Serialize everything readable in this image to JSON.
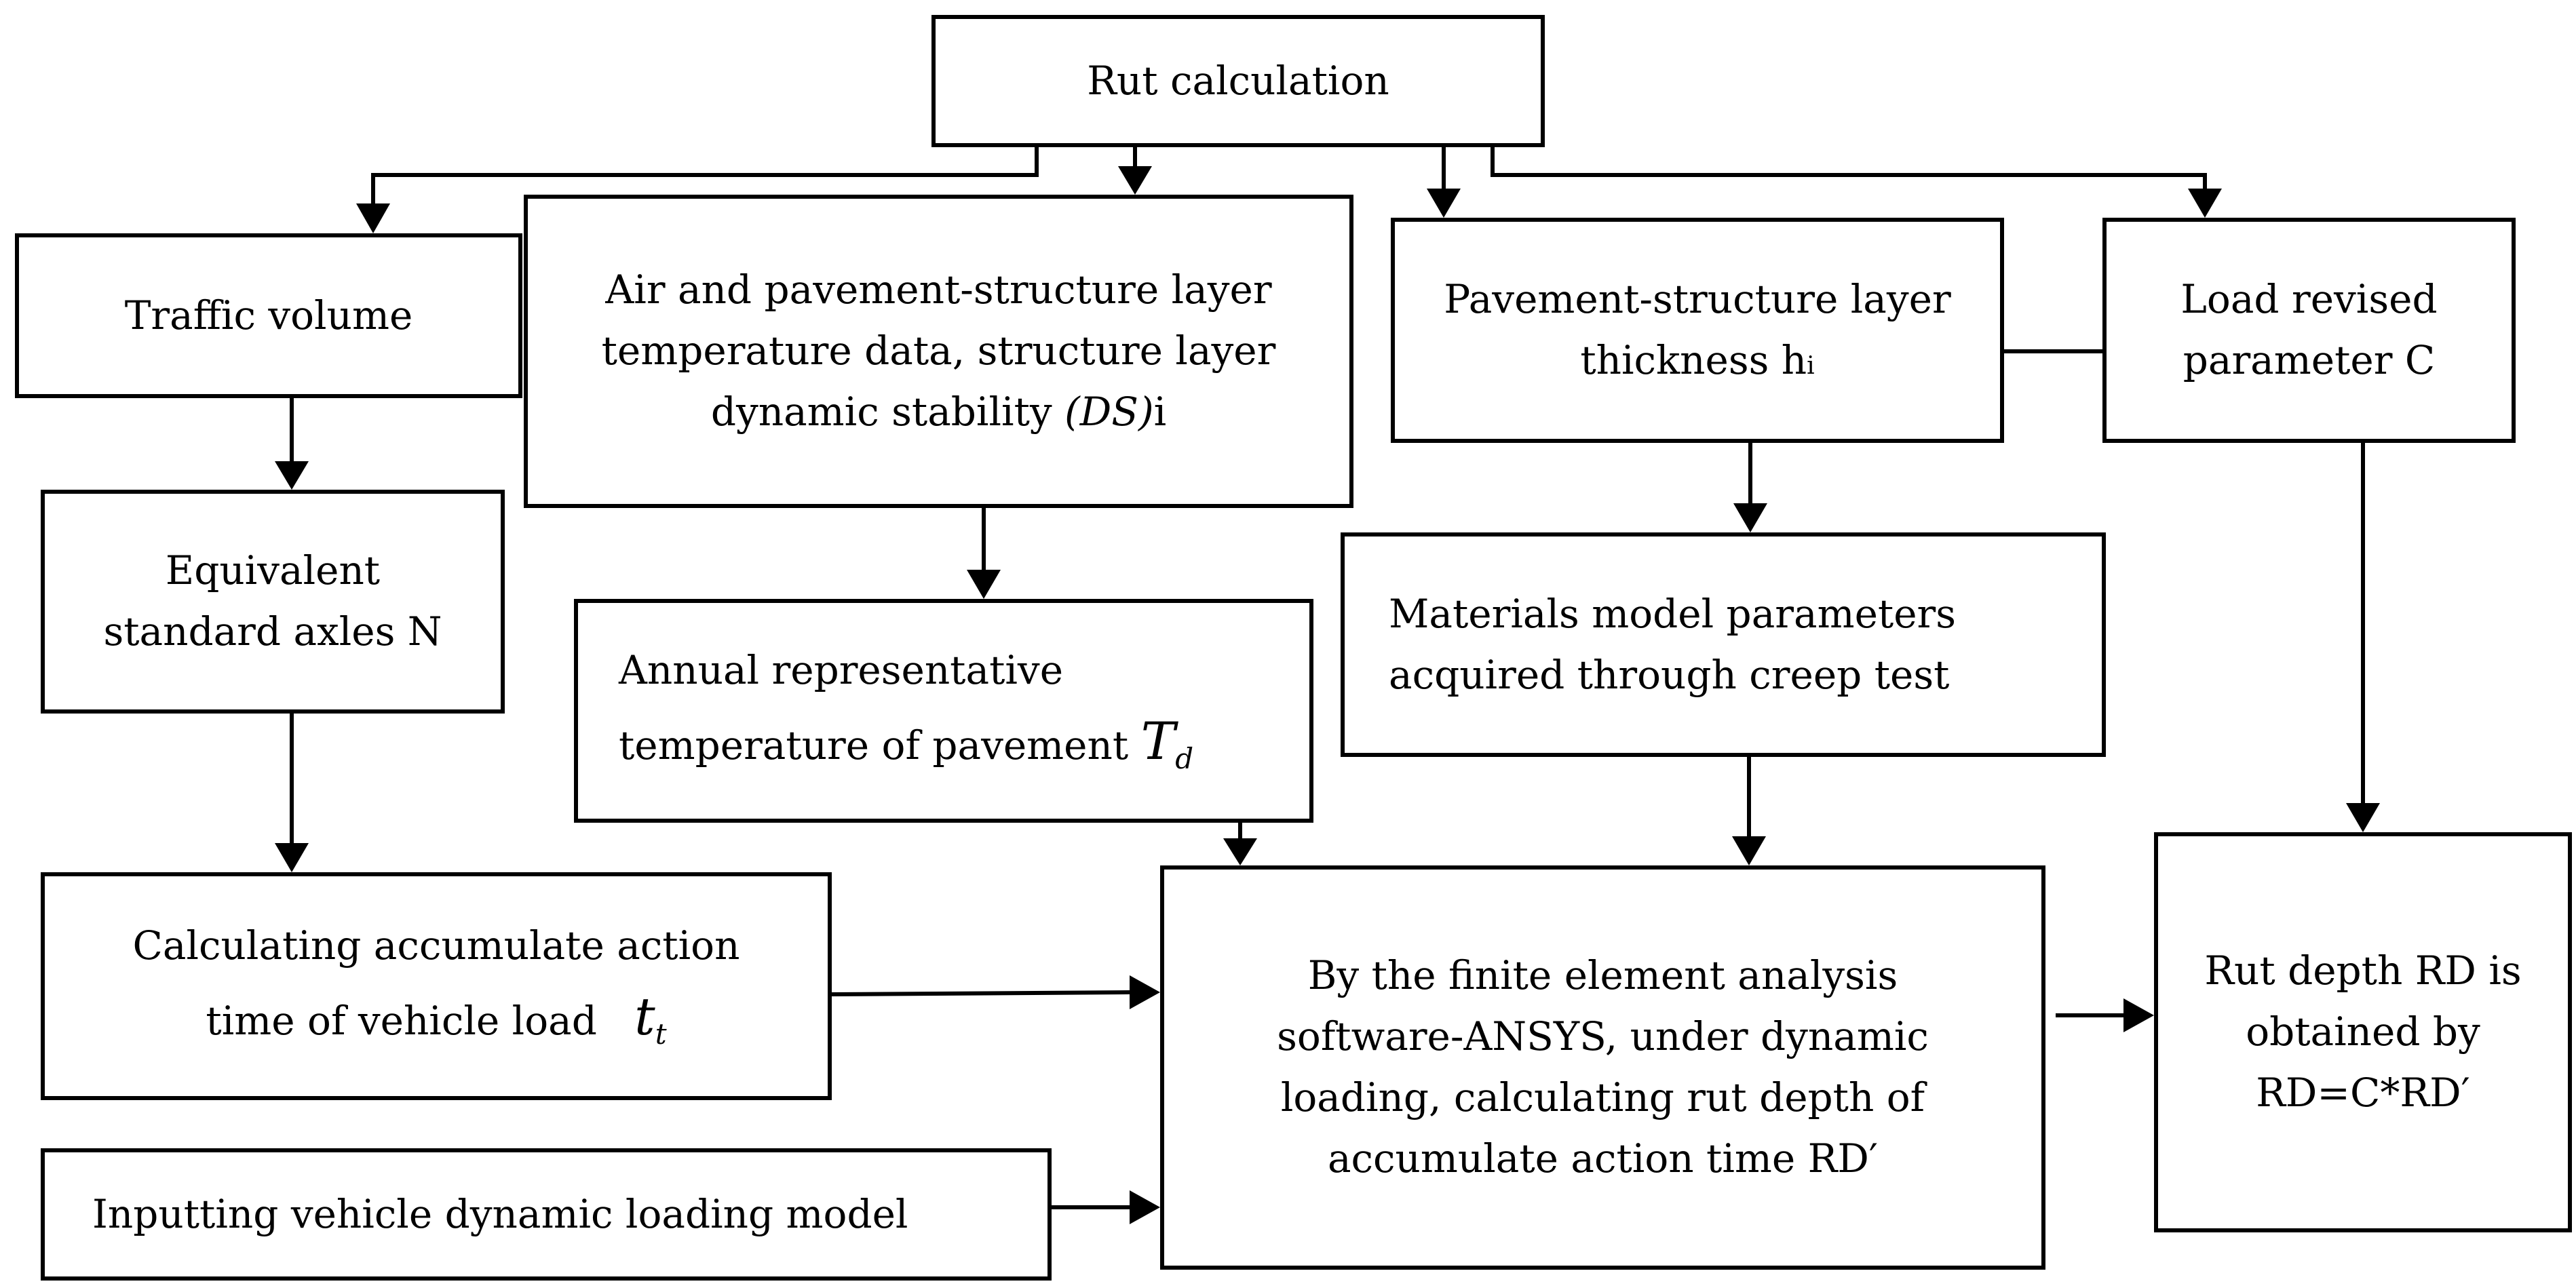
{
  "nodes": {
    "rut_calculation": {
      "lines": [
        "Rut calculation"
      ]
    },
    "traffic_volume": {
      "lines": [
        "Traffic volume"
      ]
    },
    "temperature": {
      "line1": "Air and pavement-structure layer",
      "line2": "temperature data, structure layer",
      "line3_prefix": "dynamic stability ",
      "line3_math": "(DS)",
      "line3_suffix": "i"
    },
    "layer_thickness": {
      "line1": "Pavement-structure layer",
      "line2_prefix": "thickness h",
      "line2_sub": "i"
    },
    "load_param": {
      "lines": [
        "Load revised",
        "parameter C"
      ]
    },
    "equivalent_axles": {
      "lines": [
        "Equivalent",
        "standard axles N"
      ]
    },
    "annual_temperature": {
      "line1": "Annual representative",
      "line2_prefix": "temperature of pavement ",
      "line2_math": "T",
      "line2_sub": "d"
    },
    "materials_params": {
      "lines": [
        "Materials model parameters",
        "acquired through creep test"
      ]
    },
    "action_time": {
      "line1": "Calculating accumulate action",
      "line2_prefix": "time of vehicle load   ",
      "line2_math": "t",
      "line2_sub": "t"
    },
    "dynamic_loading": {
      "lines": [
        "Inputting vehicle dynamic loading model"
      ]
    },
    "fem_analysis": {
      "lines": [
        "By the finite element analysis",
        "software-ANSYS, under dynamic",
        "loading, calculating rut depth of",
        "accumulate action time RD′"
      ]
    },
    "rut_depth": {
      "lines": [
        "Rut depth RD is",
        "obtained by",
        "RD=C*RD′"
      ]
    }
  }
}
